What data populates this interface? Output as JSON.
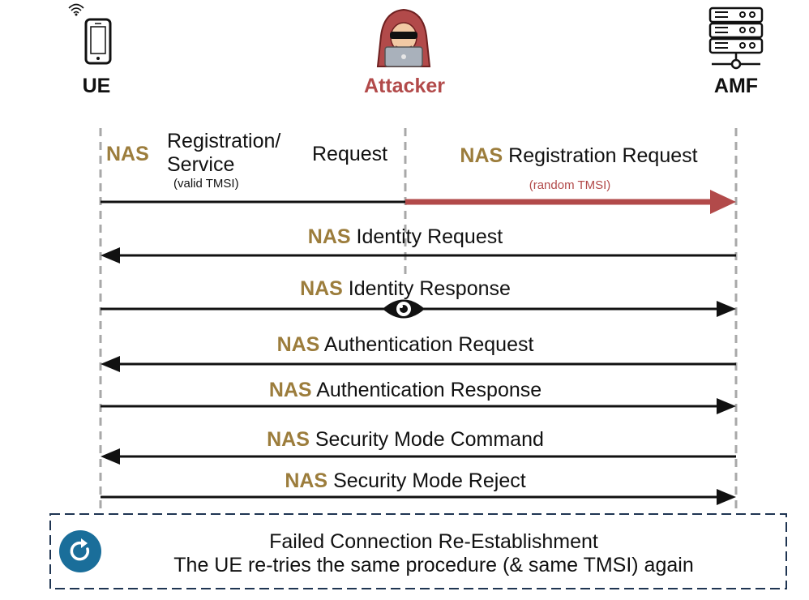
{
  "colors": {
    "nas": "#9c7d3c",
    "attacker": "#b24a4a",
    "line": "#111111",
    "lifeline": "#a8a8a8",
    "note_border": "#1f3552",
    "note_icon": "#1a6e9a"
  },
  "actors": {
    "ue": {
      "label": "UE",
      "icon": "smartphone-icon"
    },
    "attacker": {
      "label": "Attacker",
      "icon": "hooded-hacker-icon"
    },
    "amf": {
      "label": "AMF",
      "icon": "server-icon"
    }
  },
  "ue_message": {
    "nas": "NAS",
    "text_line1": "Registration/",
    "text_line2": "Service",
    "text_right": "Request",
    "sub": "(valid TMSI)"
  },
  "attacker_message": {
    "nas": "NAS",
    "text": " Registration Request",
    "sub": "(random TMSI)"
  },
  "messages": [
    {
      "nas": "NAS",
      "text": " Identity Request",
      "direction": "left"
    },
    {
      "nas": "NAS",
      "text": " Identity Response",
      "direction": "right",
      "eavesdropped": true,
      "icon": "eye-icon"
    },
    {
      "nas": "NAS",
      "text": " Authentication Request",
      "direction": "left"
    },
    {
      "nas": "NAS",
      "text": " Authentication Response",
      "direction": "right"
    },
    {
      "nas": "NAS",
      "text": " Security Mode Command",
      "direction": "left"
    },
    {
      "nas": "NAS",
      "text": " Security Mode Reject",
      "direction": "right"
    }
  ],
  "note": {
    "line1": "Failed Connection Re-Establishment",
    "line2": "The UE re-tries the same procedure (& same TMSI) again",
    "icon": "retry-icon"
  }
}
